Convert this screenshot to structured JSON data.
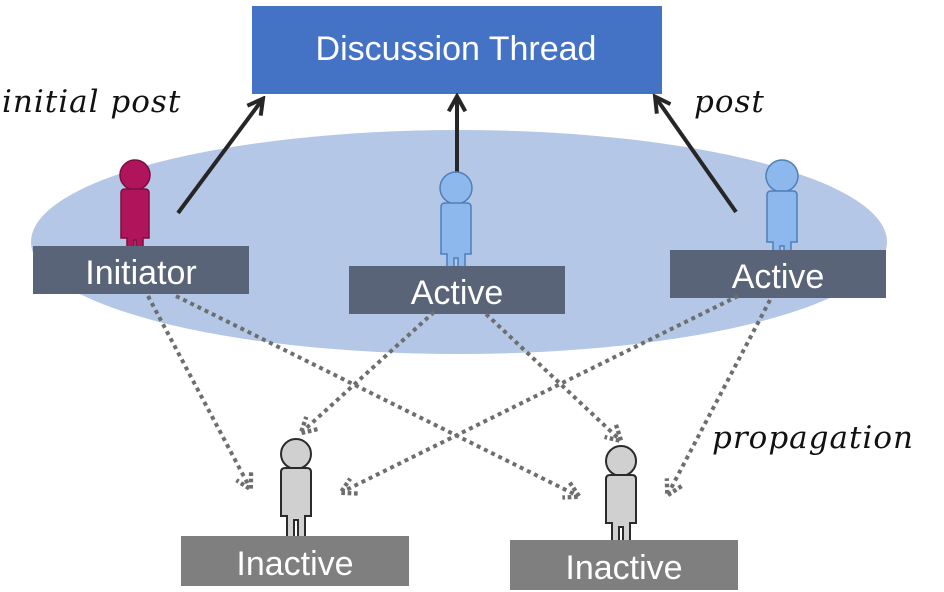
{
  "title": "Discussion Thread",
  "colors": {
    "thread_box": "#4472C4",
    "ellipse": "#B4C7E7",
    "label_box": "#5A6478",
    "inactive_box": "#7F7F7F",
    "initiator_figure": "#B0145A",
    "active_figure": "#8DB8EE",
    "inactive_figure": "#D0D0D0",
    "solid_arrow": "#262626",
    "dotted_arrow": "#6E6E6E"
  },
  "nodes": {
    "initiator": {
      "label": "Initiator"
    },
    "active_center": {
      "label": "Active"
    },
    "active_right": {
      "label": "Active"
    },
    "inactive_left": {
      "label": "Inactive"
    },
    "inactive_right": {
      "label": "Inactive"
    }
  },
  "annotations": {
    "initial_post": "initial post",
    "post": "post",
    "propagation": "propagation"
  },
  "icons": {
    "person": "person-icon",
    "solid_arrow": "solid-arrow",
    "dotted_arrow": "dotted-arrow"
  }
}
